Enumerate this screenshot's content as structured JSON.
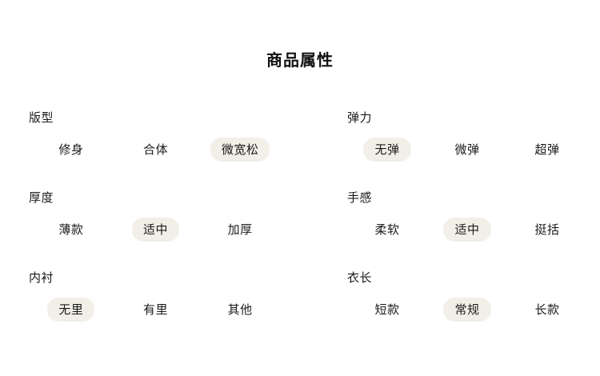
{
  "page": {
    "title": "商品属性",
    "background_color": "#ffffff",
    "text_color": "#1a1a1a",
    "selected_pill_color": "#f2efe8"
  },
  "attributes": [
    {
      "label": "版型",
      "column": "left",
      "options": [
        {
          "label": "修身",
          "selected": false
        },
        {
          "label": "合体",
          "selected": false
        },
        {
          "label": "微宽松",
          "selected": true
        }
      ]
    },
    {
      "label": "弹力",
      "column": "right",
      "options": [
        {
          "label": "无弹",
          "selected": true
        },
        {
          "label": "微弹",
          "selected": false
        },
        {
          "label": "超弹",
          "selected": false
        }
      ]
    },
    {
      "label": "厚度",
      "column": "left",
      "options": [
        {
          "label": "薄款",
          "selected": false
        },
        {
          "label": "适中",
          "selected": true
        },
        {
          "label": "加厚",
          "selected": false
        }
      ]
    },
    {
      "label": "手感",
      "column": "right",
      "options": [
        {
          "label": "柔软",
          "selected": false
        },
        {
          "label": "适中",
          "selected": true
        },
        {
          "label": "挺括",
          "selected": false
        }
      ]
    },
    {
      "label": "内衬",
      "column": "left",
      "options": [
        {
          "label": "无里",
          "selected": true
        },
        {
          "label": "有里",
          "selected": false
        },
        {
          "label": "其他",
          "selected": false
        }
      ]
    },
    {
      "label": "衣长",
      "column": "right",
      "options": [
        {
          "label": "短款",
          "selected": false
        },
        {
          "label": "常规",
          "selected": true
        },
        {
          "label": "长款",
          "selected": false
        }
      ]
    }
  ]
}
